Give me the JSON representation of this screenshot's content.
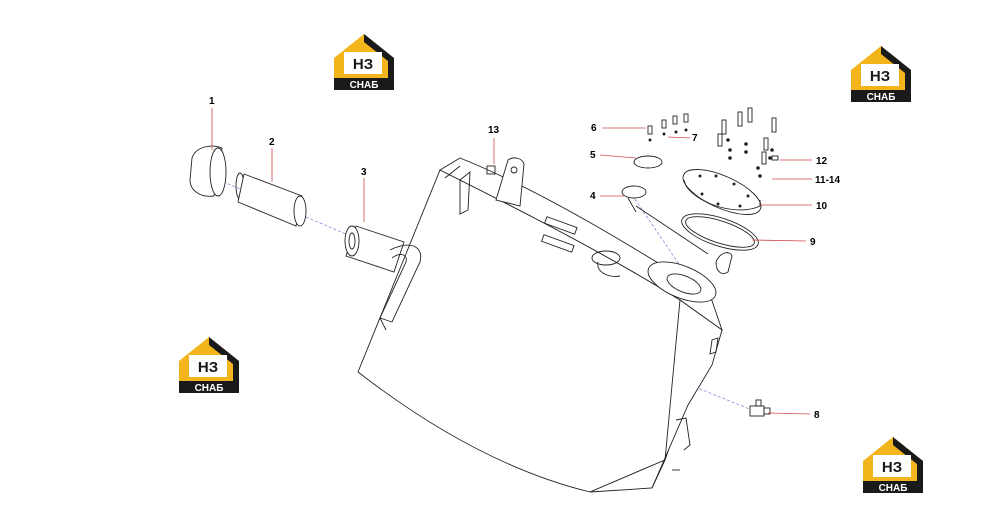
{
  "colors": {
    "accent": "#f2b51c",
    "dark": "#1a1a1a",
    "leader": "#d24a4a",
    "axis": "#7a7ad8"
  },
  "logo": {
    "top_text": "НЗ",
    "bottom_text": "СНАБ"
  },
  "callouts": {
    "c1": "1",
    "c2": "2",
    "c3": "3",
    "c4": "4",
    "c5": "5",
    "c6": "6",
    "c7": "7",
    "c8": "8",
    "c9": "9",
    "c10": "10",
    "c12": "12",
    "c11_14": "11-14",
    "c13": "13"
  }
}
